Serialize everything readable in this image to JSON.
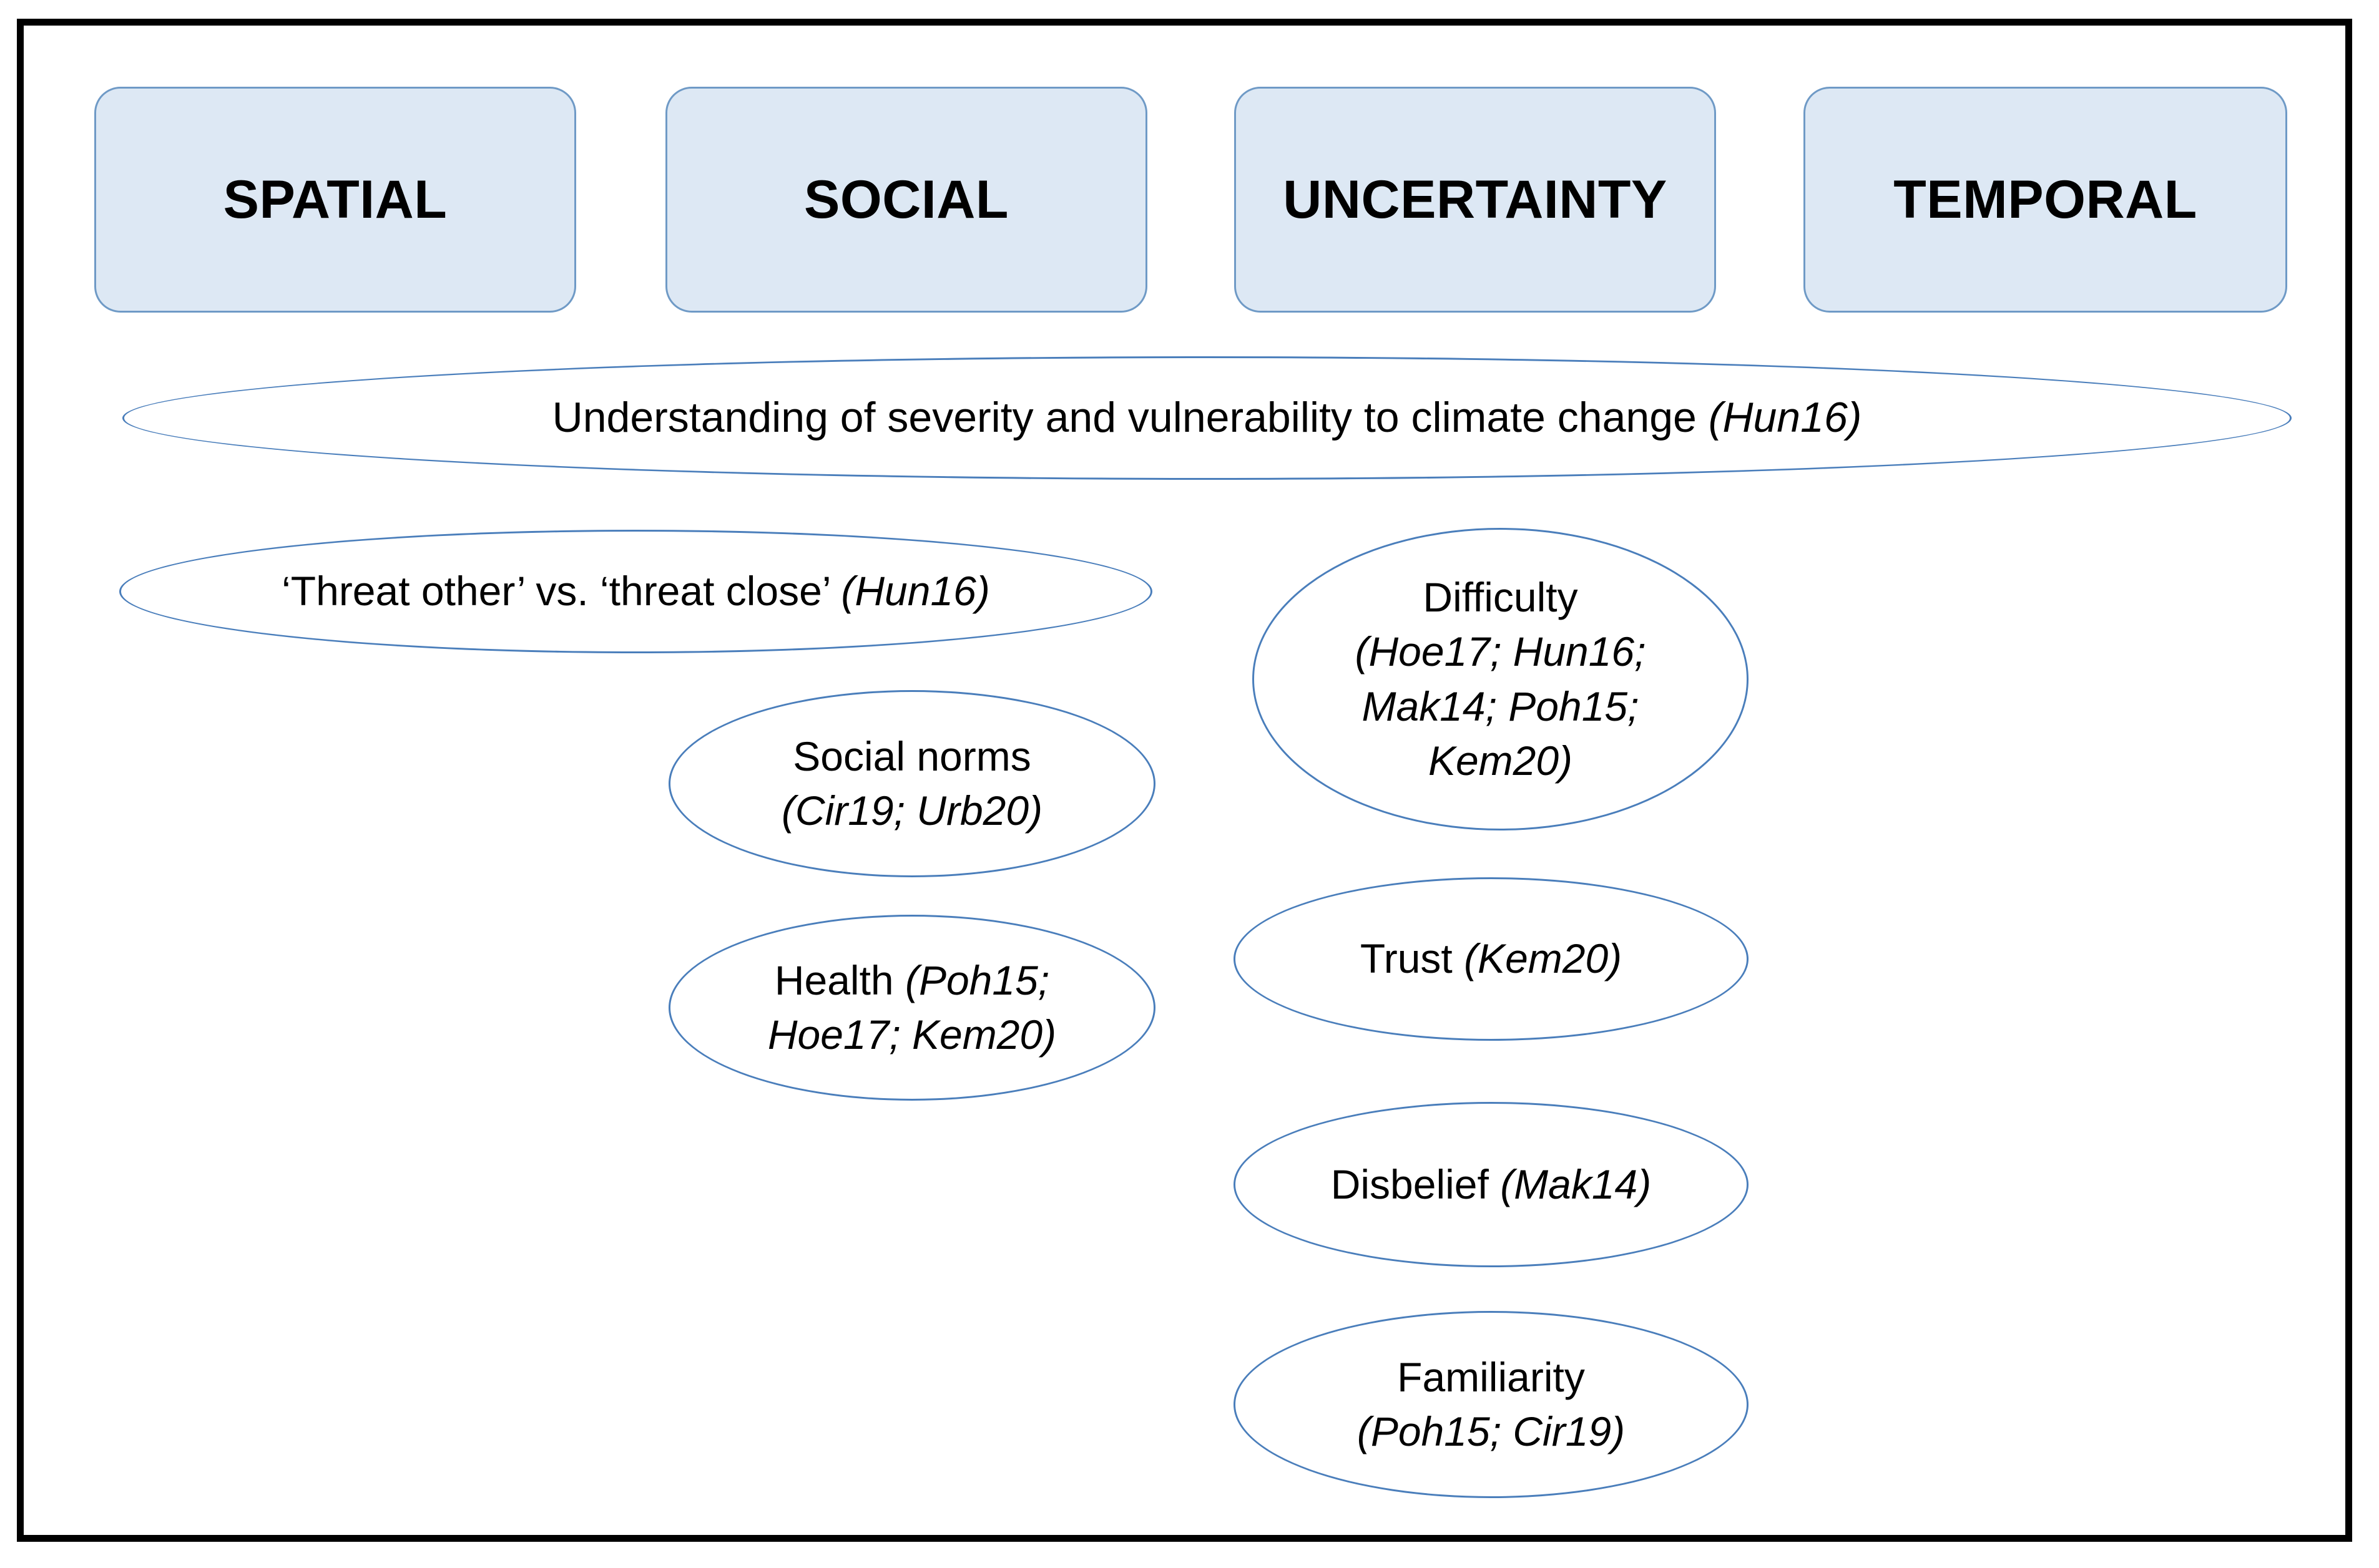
{
  "diagram": {
    "title_bar_categories": [
      {
        "label": "SPATIAL"
      },
      {
        "label": "SOCIAL"
      },
      {
        "label": "UNCERTAINTY"
      },
      {
        "label": "TEMPORAL"
      }
    ],
    "nodes": [
      {
        "id": "understanding",
        "text": "Understanding of severity and vulnerability to climate change ",
        "citation": "(Hun16)",
        "shape": "wide-ellipse"
      },
      {
        "id": "threat",
        "text": "‘Threat other’ vs. ‘threat close’ ",
        "citation": "(Hun16)",
        "shape": "ellipse"
      },
      {
        "id": "difficulty",
        "line1": "Difficulty",
        "citation_line1": "(Hoe17; Hun16;",
        "citation_line2": "Mak14; Poh15;",
        "citation_line3": "Kem20)",
        "shape": "circle"
      },
      {
        "id": "social-norms",
        "line1": "Social norms",
        "citation": "(Cir19; Urb20)",
        "shape": "ellipse"
      },
      {
        "id": "trust",
        "text": "Trust ",
        "citation": "(Kem20)",
        "shape": "ellipse"
      },
      {
        "id": "health",
        "line1": "Health ",
        "citation_line1": "(Poh15;",
        "citation_line2": "Hoe17; Kem20)",
        "shape": "ellipse"
      },
      {
        "id": "disbelief",
        "text": "Disbelief ",
        "citation": "(Mak14)",
        "shape": "ellipse"
      },
      {
        "id": "familiarity",
        "line1": "Familiarity",
        "citation": "(Poh15; Cir19)",
        "shape": "ellipse"
      }
    ],
    "colors": {
      "box_fill": "#dde8f4",
      "box_border": "#6f9ac6",
      "ellipse_border": "#4a7ebb",
      "frame_border": "#000000",
      "text": "#000000"
    }
  }
}
